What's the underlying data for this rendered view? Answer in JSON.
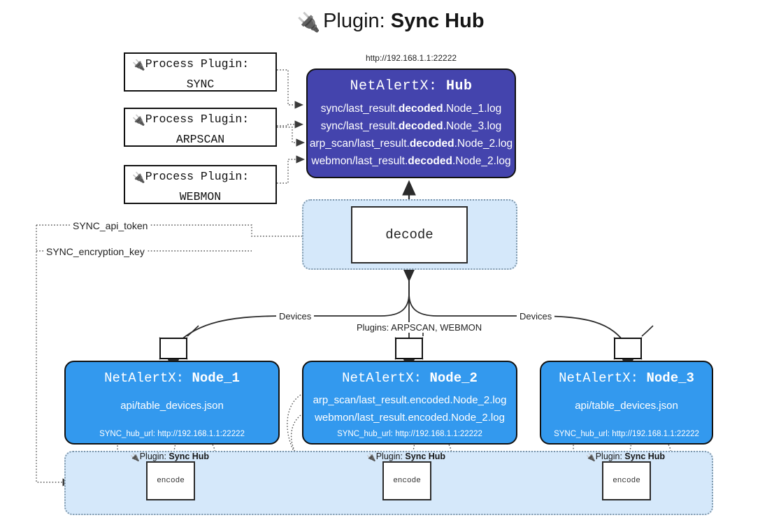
{
  "title": {
    "icon": "plug-icon",
    "prefix": "Plugin:",
    "name": "Sync Hub"
  },
  "hub": {
    "url": "http://192.168.1.1:22222",
    "title_prefix": "NetAlertX:",
    "title_name": "Hub",
    "loglines": [
      {
        "pre": "sync/last_result.",
        "mid": "decoded",
        "post": ".Node_1.log"
      },
      {
        "pre": "sync/last_result.",
        "mid": "decoded",
        "post": ".Node_3.log"
      },
      {
        "pre": "arp_scan/last_result.",
        "mid": "decoded",
        "post": ".Node_2.log"
      },
      {
        "pre": "webmon/last_result.",
        "mid": "decoded",
        "post": ".Node_2.log"
      }
    ]
  },
  "process_plugins": [
    {
      "icon": "plug-icon",
      "label": "Process Plugin:",
      "name": "SYNC"
    },
    {
      "icon": "plug-icon",
      "label": "Process Plugin:",
      "name": "ARPSCAN"
    },
    {
      "icon": "plug-icon",
      "label": "Process Plugin:",
      "name": "WEBMON"
    }
  ],
  "decode": {
    "label": "decode"
  },
  "tokens": [
    {
      "label": "SYNC_api_token"
    },
    {
      "label": "SYNC_encryption_key"
    }
  ],
  "edge_labels": {
    "devices_left": "Devices",
    "devices_right": "Devices",
    "plugins_center": "Plugins: ARPSCAN, WEBMON"
  },
  "nodes": [
    {
      "title_prefix": "NetAlertX:",
      "title_name": "Node_1",
      "lines": [
        "api/table_devices.json"
      ],
      "footer": "SYNC_hub_url: http://192.168.1.1:22222",
      "envelope_icon": "envelope-icon"
    },
    {
      "title_prefix": "NetAlertX:",
      "title_name": "Node_2",
      "lines": [
        "arp_scan/last_result.encoded.Node_2.log",
        "webmon/last_result.encoded.Node_2.log"
      ],
      "footer": "SYNC_hub_url: http://192.168.1.1:22222",
      "envelope_icon": "envelope-icon"
    },
    {
      "title_prefix": "NetAlertX:",
      "title_name": "Node_3",
      "lines": [
        "api/table_devices.json"
      ],
      "footer": "SYNC_hub_url: http://192.168.1.1:22222",
      "envelope_icon": "envelope-icon"
    }
  ],
  "encoders": [
    {
      "plugin_prefix": "Plugin:",
      "plugin_name": "Sync Hub",
      "box_label": "encode",
      "icon": "plug-icon"
    },
    {
      "plugin_prefix": "Plugin:",
      "plugin_name": "Sync Hub",
      "box_label": "encode",
      "icon": "plug-icon"
    },
    {
      "plugin_prefix": "Plugin:",
      "plugin_name": "Sync Hub",
      "box_label": "encode",
      "icon": "plug-icon"
    }
  ],
  "colors": {
    "hub_purple": "#4444ad",
    "node_blue": "#3399ee",
    "container_blue": "#d5e8fa",
    "line": "#3a3a3a",
    "border": "#111111"
  }
}
